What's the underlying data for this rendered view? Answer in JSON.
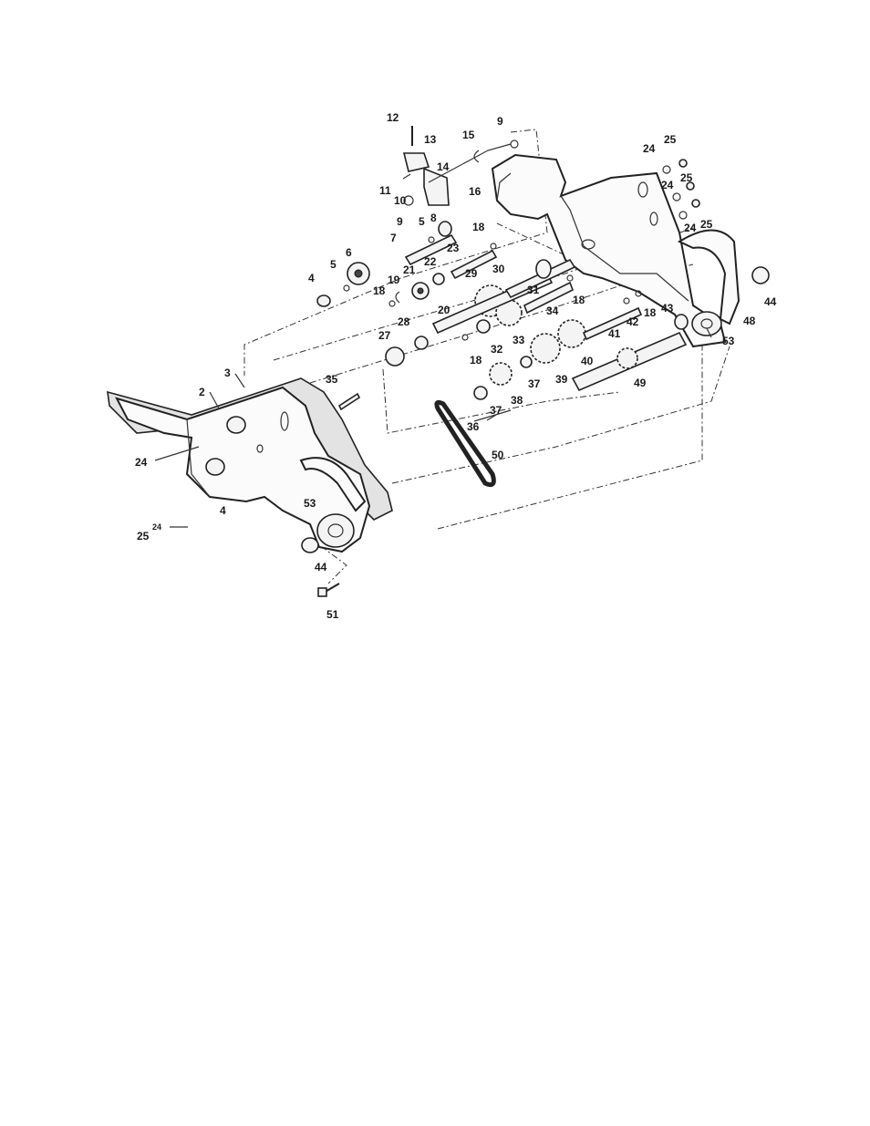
{
  "callouts": [
    {
      "id": "p12",
      "text": "12"
    },
    {
      "id": "p13",
      "text": "13"
    },
    {
      "id": "p15",
      "text": "15"
    },
    {
      "id": "p9a",
      "text": "9"
    },
    {
      "id": "p14",
      "text": "14"
    },
    {
      "id": "p11",
      "text": "11"
    },
    {
      "id": "p10",
      "text": "10"
    },
    {
      "id": "p16",
      "text": "16"
    },
    {
      "id": "p9b",
      "text": "9"
    },
    {
      "id": "p5a",
      "text": "5"
    },
    {
      "id": "p8",
      "text": "8"
    },
    {
      "id": "p18a",
      "text": "18"
    },
    {
      "id": "p7",
      "text": "7"
    },
    {
      "id": "p6",
      "text": "6"
    },
    {
      "id": "p23",
      "text": "23"
    },
    {
      "id": "p4a",
      "text": "4"
    },
    {
      "id": "p5b",
      "text": "5"
    },
    {
      "id": "p22",
      "text": "22"
    },
    {
      "id": "p21",
      "text": "21"
    },
    {
      "id": "p19",
      "text": "19"
    },
    {
      "id": "p29",
      "text": "29"
    },
    {
      "id": "p30",
      "text": "30"
    },
    {
      "id": "p18b",
      "text": "18"
    },
    {
      "id": "p20",
      "text": "20"
    },
    {
      "id": "p31",
      "text": "31"
    },
    {
      "id": "p18c",
      "text": "18"
    },
    {
      "id": "p28",
      "text": "28"
    },
    {
      "id": "p27",
      "text": "27"
    },
    {
      "id": "p34",
      "text": "34"
    },
    {
      "id": "p33",
      "text": "33"
    },
    {
      "id": "p32",
      "text": "32"
    },
    {
      "id": "p18d",
      "text": "18"
    },
    {
      "id": "p3",
      "text": "3"
    },
    {
      "id": "p35",
      "text": "35"
    },
    {
      "id": "p2",
      "text": "2"
    },
    {
      "id": "p38",
      "text": "38"
    },
    {
      "id": "p37a",
      "text": "37"
    },
    {
      "id": "p39",
      "text": "39"
    },
    {
      "id": "p40",
      "text": "40"
    },
    {
      "id": "p41",
      "text": "41"
    },
    {
      "id": "p42",
      "text": "42"
    },
    {
      "id": "p18e",
      "text": "18"
    },
    {
      "id": "p43",
      "text": "43"
    },
    {
      "id": "p37b",
      "text": "37"
    },
    {
      "id": "p36",
      "text": "36"
    },
    {
      "id": "p49",
      "text": "49"
    },
    {
      "id": "p24a",
      "text": "24"
    },
    {
      "id": "p25a",
      "text": "25"
    },
    {
      "id": "p25b",
      "text": "25"
    },
    {
      "id": "p24b",
      "text": "24"
    },
    {
      "id": "p24c",
      "text": "24"
    },
    {
      "id": "p25c",
      "text": "25"
    },
    {
      "id": "p44a",
      "text": "44"
    },
    {
      "id": "p48",
      "text": "48"
    },
    {
      "id": "p53a",
      "text": "53"
    },
    {
      "id": "p50",
      "text": "50"
    },
    {
      "id": "p24d",
      "text": "24"
    },
    {
      "id": "p4b",
      "text": "4"
    },
    {
      "id": "p53b",
      "text": "53"
    },
    {
      "id": "p25d",
      "text": "25"
    },
    {
      "id": "p24e",
      "text": "24"
    },
    {
      "id": "p44b",
      "text": "44"
    },
    {
      "id": "p51",
      "text": "51"
    }
  ]
}
